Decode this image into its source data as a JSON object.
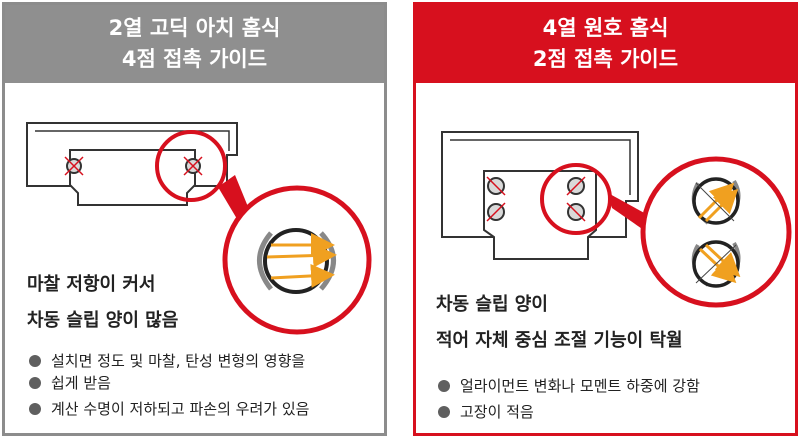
{
  "left_panel": {
    "title_line1": "2열 고딕 아치 홈식",
    "title_line2": "4점 접촉 가이드",
    "desc_line1": "마찰 저항이 커서",
    "desc_line2": "차동 슬립 양이 많음",
    "bullets": [
      "설치면 정도 및 마찰, 탄성 변형의 영향을",
      "쉽게 받음",
      "계산 수명이 저하되고 파손의 우려가 있음"
    ]
  },
  "right_panel": {
    "title_line1": "4열 원호 홈식",
    "title_line2": "2점 접촉 가이드",
    "desc_line1": "차동 슬립 양이",
    "desc_line2": "적어 자체 중심 조절 기능이 탁월",
    "bullets": [
      "얼라이먼트 변화나 모멘트 하중에 강함",
      "고장이 적음"
    ]
  },
  "colors": {
    "red": "#d7101e",
    "gray": "#8f8f8f",
    "orange": "#f0a020"
  }
}
